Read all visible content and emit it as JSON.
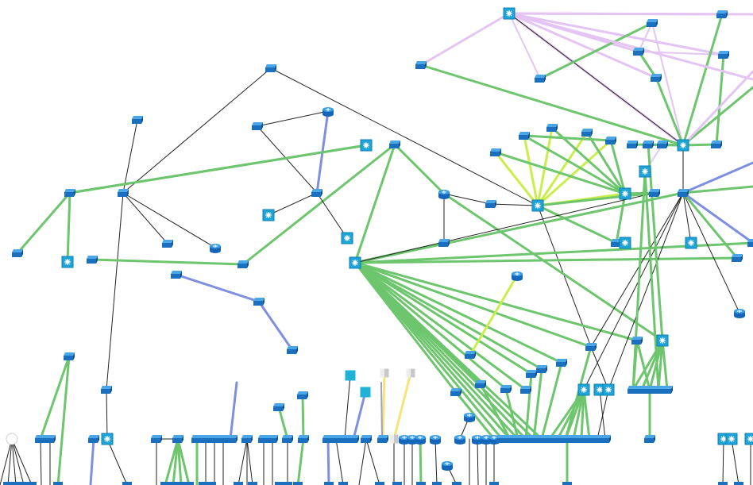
{
  "colors": {
    "background": "#ffffff",
    "switch_top": "#4aa6e6",
    "switch_front": "#1a6fbf",
    "switch_side": "#0d4f92",
    "hub_fill": "#1fa4d9",
    "hub_border": "#0b7fb3",
    "hub_star": "#ffffff",
    "router_top": "#3d9ee3",
    "router_body": "#1565b8",
    "link_green": "#6dc56d",
    "link_lime": "#c9ee4a",
    "link_blue": "#7f8fdf",
    "link_black": "#222222",
    "link_violet": "#e3c4f3",
    "link_yellow": "#f7e37a",
    "link_gray": "#9aa0c8",
    "gray_box": "#c8c8c8",
    "teal_box": "#1fb2d6",
    "empty_node": "#ffffff"
  },
  "legend": {
    "node_types": [
      "switch-icon",
      "hub-icon",
      "router-icon",
      "teal-box-icon",
      "gray-box-icon",
      "empty-circle-icon"
    ],
    "link_types": [
      "green",
      "lime",
      "blue",
      "black",
      "violet",
      "yellow",
      "gray"
    ]
  }
}
